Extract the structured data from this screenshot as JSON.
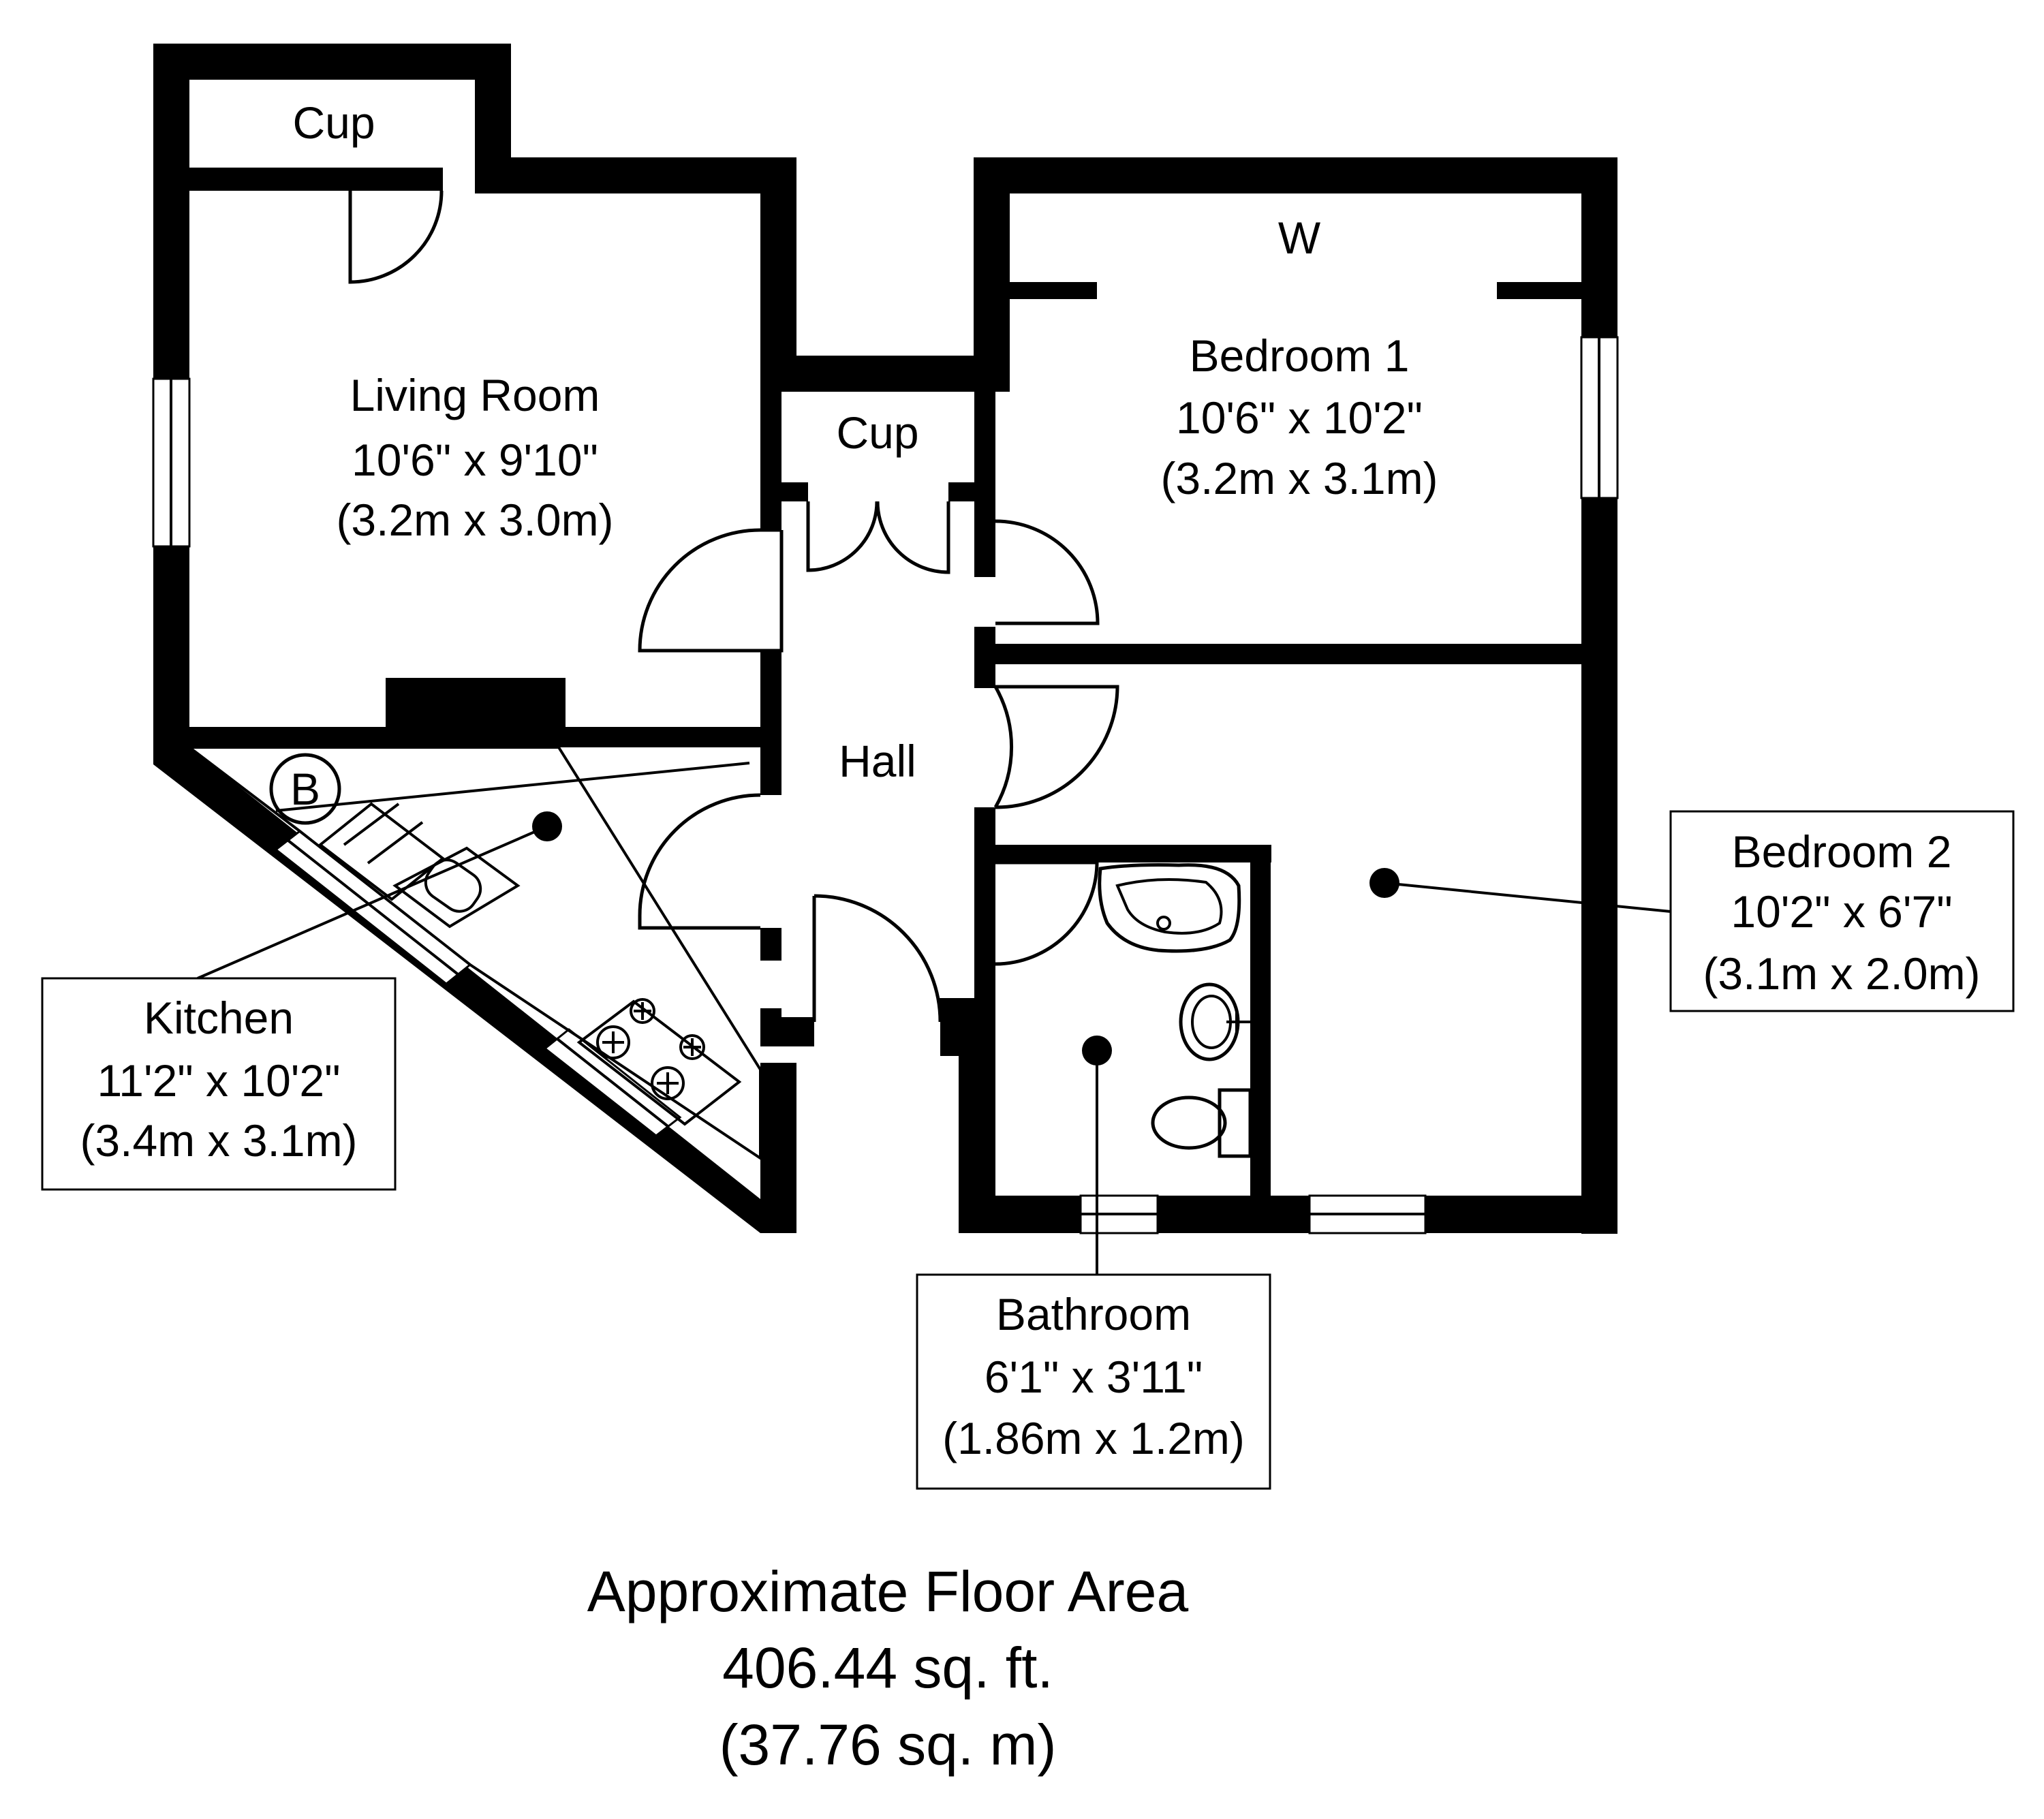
{
  "rooms": {
    "cup_upper": {
      "name": "Cup"
    },
    "cup_hall": {
      "name": "Cup"
    },
    "wardrobe": {
      "name": "W"
    },
    "hall": {
      "name": "Hall"
    },
    "boiler": {
      "name": "B"
    },
    "living_room": {
      "name": "Living Room",
      "imperial": "10'6\" x 9'10\"",
      "metric": "(3.2m x 3.0m)"
    },
    "bedroom_1": {
      "name": "Bedroom 1",
      "imperial": "10'6\" x 10'2\"",
      "metric": "(3.2m x 3.1m)"
    },
    "bedroom_2": {
      "name": "Bedroom 2",
      "imperial": "10'2\" x 6'7\"",
      "metric": "(3.1m x 2.0m)"
    },
    "kitchen": {
      "name": "Kitchen",
      "imperial": "11'2\" x 10'2\"",
      "metric": "(3.4m x 3.1m)"
    },
    "bathroom": {
      "name": "Bathroom",
      "imperial": "6'1\" x 3'11\"",
      "metric": "(1.86m x 1.2m)"
    }
  },
  "floor_area": {
    "title": "Approximate Floor Area",
    "imperial": "406.44 sq. ft.",
    "metric": "(37.76 sq. m)"
  }
}
